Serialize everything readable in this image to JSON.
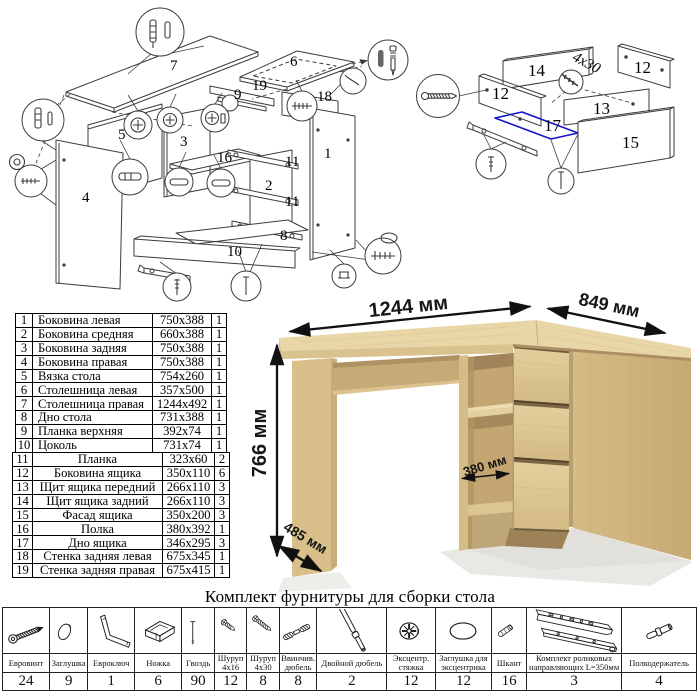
{
  "hardware": {
    "title": "Комплект фурнитуры для сборки стола",
    "items": [
      {
        "name": "Евровинт",
        "qty": "24",
        "icon": "confirmat-icon"
      },
      {
        "name": "Заглушка",
        "qty": "9",
        "icon": "cap-icon"
      },
      {
        "name": "Евроключ",
        "qty": "1",
        "icon": "hex-key-icon"
      },
      {
        "name": "Ножка",
        "qty": "6",
        "icon": "foot-icon"
      },
      {
        "name": "Гвоздь",
        "qty": "90",
        "icon": "nail-icon"
      },
      {
        "name": "Шуруп 4х16",
        "qty": "12",
        "icon": "screw-short-icon"
      },
      {
        "name": "Шуруп 4х30",
        "qty": "8",
        "icon": "screw-long-icon"
      },
      {
        "name": "Ввинчив. дюбель",
        "qty": "8",
        "icon": "stud-dowel-icon"
      },
      {
        "name": "Двойной дюбель",
        "qty": "2",
        "icon": "double-dowel-icon"
      },
      {
        "name": "Эксцентр. стяжка",
        "qty": "12",
        "icon": "cam-lock-icon"
      },
      {
        "name": "Заглушка для эксцентрика",
        "qty": "12",
        "icon": "cam-cap-icon"
      },
      {
        "name": "Шкант",
        "qty": "16",
        "icon": "dowel-pin-icon"
      },
      {
        "name": "Комплект роликовых направляющих L=350мм",
        "qty": "3",
        "icon": "drawer-slide-icon"
      },
      {
        "name": "Полкодержатель",
        "qty": "4",
        "icon": "shelf-pin-icon"
      }
    ]
  },
  "parts": {
    "section1": [
      {
        "num": "1",
        "name": "Боковина левая",
        "size": "750х388",
        "qty": "1"
      },
      {
        "num": "2",
        "name": "Боковина средняя",
        "size": "660х388",
        "qty": "1"
      },
      {
        "num": "3",
        "name": "Боковина задняя",
        "size": "750х388",
        "qty": "1"
      },
      {
        "num": "4",
        "name": "Боковина правая",
        "size": "750х388",
        "qty": "1"
      },
      {
        "num": "5",
        "name": "Вязка стола",
        "size": "754х260",
        "qty": "1"
      },
      {
        "num": "6",
        "name": "Столешница левая",
        "size": "357х500",
        "qty": "1"
      },
      {
        "num": "7",
        "name": "Столешница правая",
        "size": "1244х492",
        "qty": "1"
      },
      {
        "num": "8",
        "name": "Дно стола",
        "size": "731х388",
        "qty": "1"
      },
      {
        "num": "9",
        "name": "Планка верхняя",
        "size": "392х74",
        "qty": "1"
      },
      {
        "num": "10",
        "name": "Цоколь",
        "size": "731х74",
        "qty": "1"
      }
    ],
    "section2": [
      {
        "num": "11",
        "name": "Планка",
        "size": "323х60",
        "qty": "2"
      },
      {
        "num": "12",
        "name": "Боковина ящика",
        "size": "350х110",
        "qty": "6"
      },
      {
        "num": "13",
        "name": "Щит ящика передний",
        "size": "266х110",
        "qty": "3"
      },
      {
        "num": "14",
        "name": "Щит ящика задний",
        "size": "266х110",
        "qty": "3"
      },
      {
        "num": "15",
        "name": "Фасад ящика",
        "size": "350х200",
        "qty": "3"
      },
      {
        "num": "16",
        "name": "Полка",
        "size": "380х392",
        "qty": "1"
      },
      {
        "num": "17",
        "name": "Дно ящика",
        "size": "346х295",
        "qty": "3"
      },
      {
        "num": "18",
        "name": "Стенка задняя левая",
        "size": "675х345",
        "qty": "1"
      },
      {
        "num": "19",
        "name": "Стенка задняя правая",
        "size": "675х415",
        "qty": "1"
      }
    ]
  },
  "desk": {
    "dims": {
      "width": "1244 мм",
      "depth_right": "849 мм",
      "height": "766 мм",
      "depth_left": "485 мм",
      "shelf_depth": "380 мм"
    }
  },
  "diagram_desk": {
    "labels": [
      "7",
      "6",
      "19",
      "9",
      "18",
      "5",
      "3",
      "1",
      "16",
      "11",
      "2",
      "11",
      "8",
      "10",
      "4"
    ]
  },
  "diagram_drawer": {
    "labels": [
      "14",
      "12",
      "12",
      "13",
      "17",
      "15"
    ],
    "note": "4х30"
  },
  "colors": {
    "wood_top": "#e8d7ab",
    "wood_edge": "#d9c28e",
    "wood_side": "#d7bf8c",
    "wood_dark": "#c8ad79",
    "line": "#3c3c3c",
    "blue_accent": "#1515c8"
  }
}
